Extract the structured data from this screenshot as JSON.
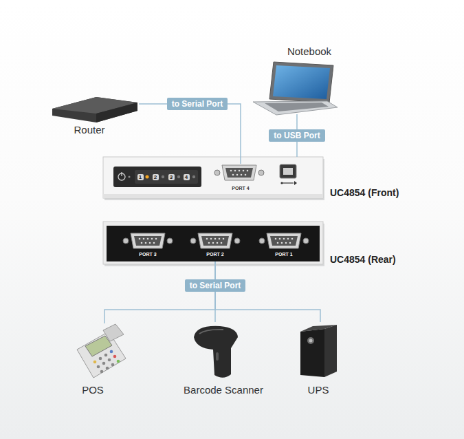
{
  "diagram": {
    "nodes": [
      {
        "text": [
          "Notebook"
        ]
      },
      {
        "text": [
          "Router"
        ]
      },
      {
        "text": [
          "UC4854 (Front)"
        ]
      },
      {
        "text": [
          "PORT 4"
        ],
        "in": 2
      },
      {
        "text": [
          "UC4854 (Rear)"
        ]
      },
      {
        "text": [
          "PORT 3"
        ],
        "in": 4
      },
      {
        "text": [
          "PORT 2"
        ],
        "in": 4
      },
      {
        "text": [
          "PORT 1"
        ],
        "in": 4
      },
      {
        "text": [
          "POS"
        ]
      },
      {
        "text": [
          "Barcode Scanner"
        ]
      },
      {
        "text": [
          "UPS"
        ]
      }
    ],
    "edges": [
      {
        "from": 1,
        "to": 3,
        "label": "to Serial Port",
        "arrow": "none"
      },
      {
        "from": 0,
        "to": 2,
        "label": "to USB Port",
        "arrow": "none"
      },
      {
        "from": 6,
        "to": 8,
        "arrow": "none"
      },
      {
        "from": 6,
        "to": 9,
        "label": "to Serial Port",
        "arrow": "none"
      },
      {
        "from": 6,
        "to": 10,
        "arrow": "none"
      }
    ],
    "labels": [
      "1",
      "2",
      "3",
      "4"
    ]
  }
}
